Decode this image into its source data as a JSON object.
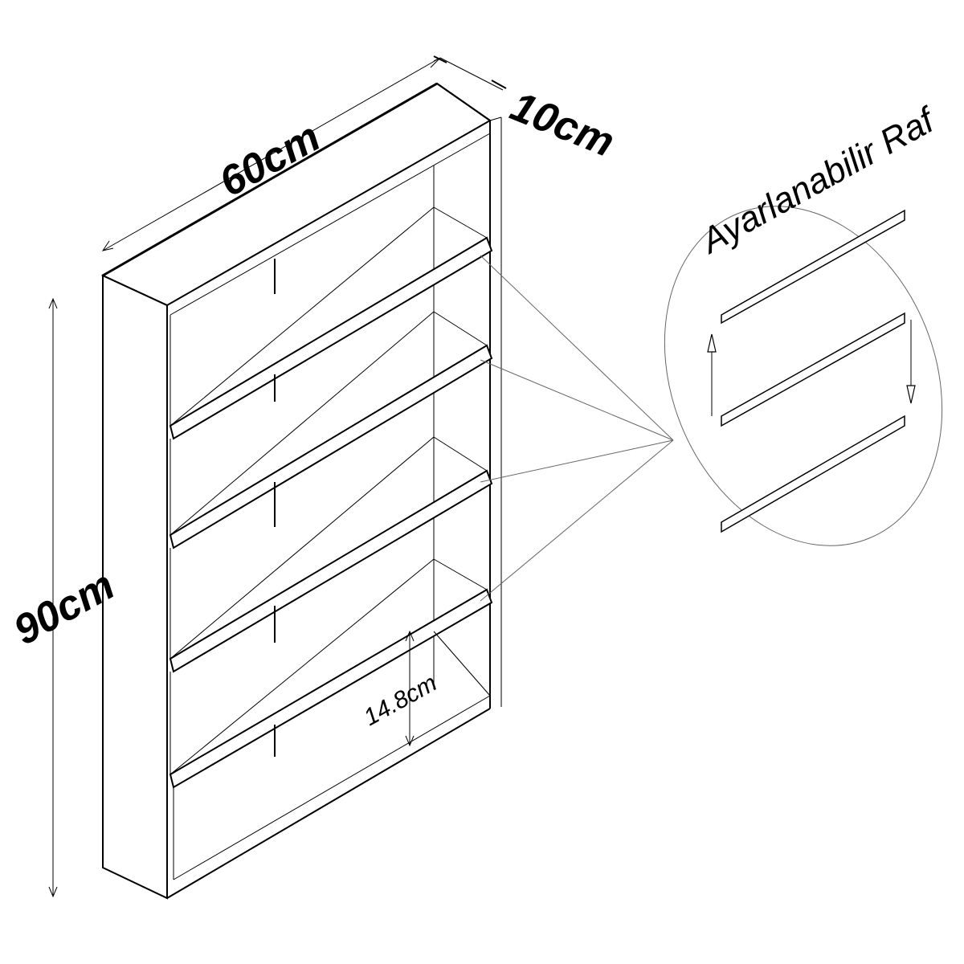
{
  "labels": {
    "width": "60cm",
    "depth": "10cm",
    "height": "90cm",
    "shelf_gap": "14.8cm",
    "callout": "Ayarlanabilir Raf"
  }
}
